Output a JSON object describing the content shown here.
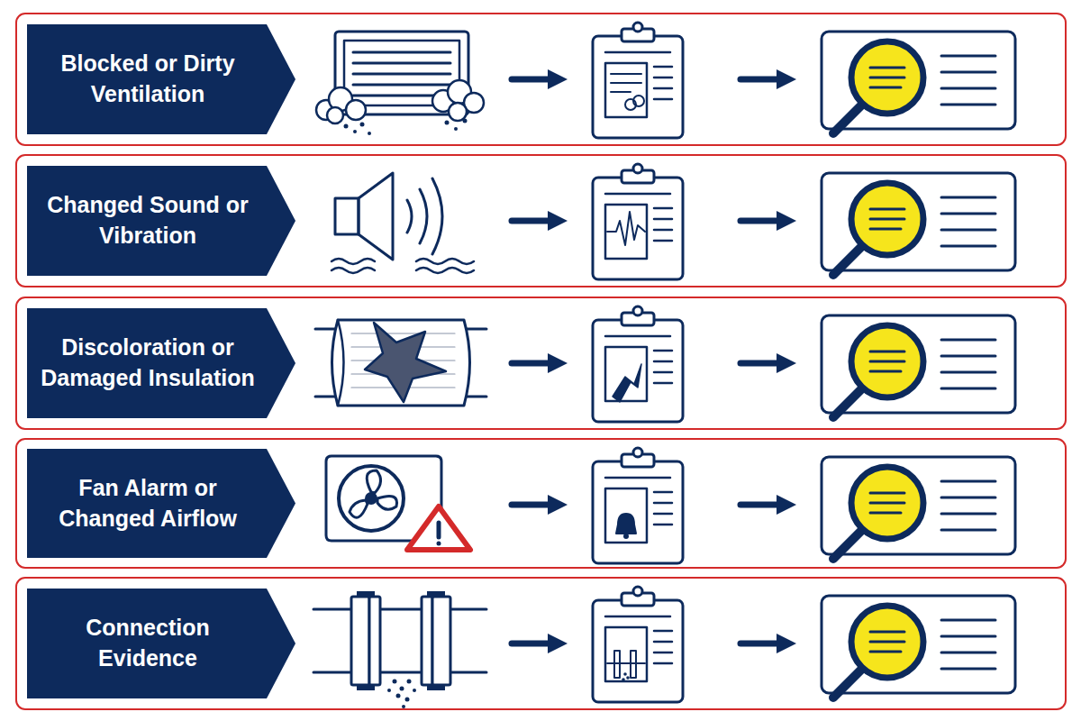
{
  "diagram": {
    "nodes": [
      {
        "text": [
          "Blocked or Dirty Ventilation"
        ]
      },
      {
        "text": [
          "Changed Sound or Vibration"
        ]
      },
      {
        "text": [
          "Discoloration or Damaged Insulation"
        ]
      },
      {
        "text": [
          "Fan Alarm or Changed Airflow"
        ]
      },
      {
        "text": [
          "Connection Evidence"
        ]
      }
    ]
  }
}
